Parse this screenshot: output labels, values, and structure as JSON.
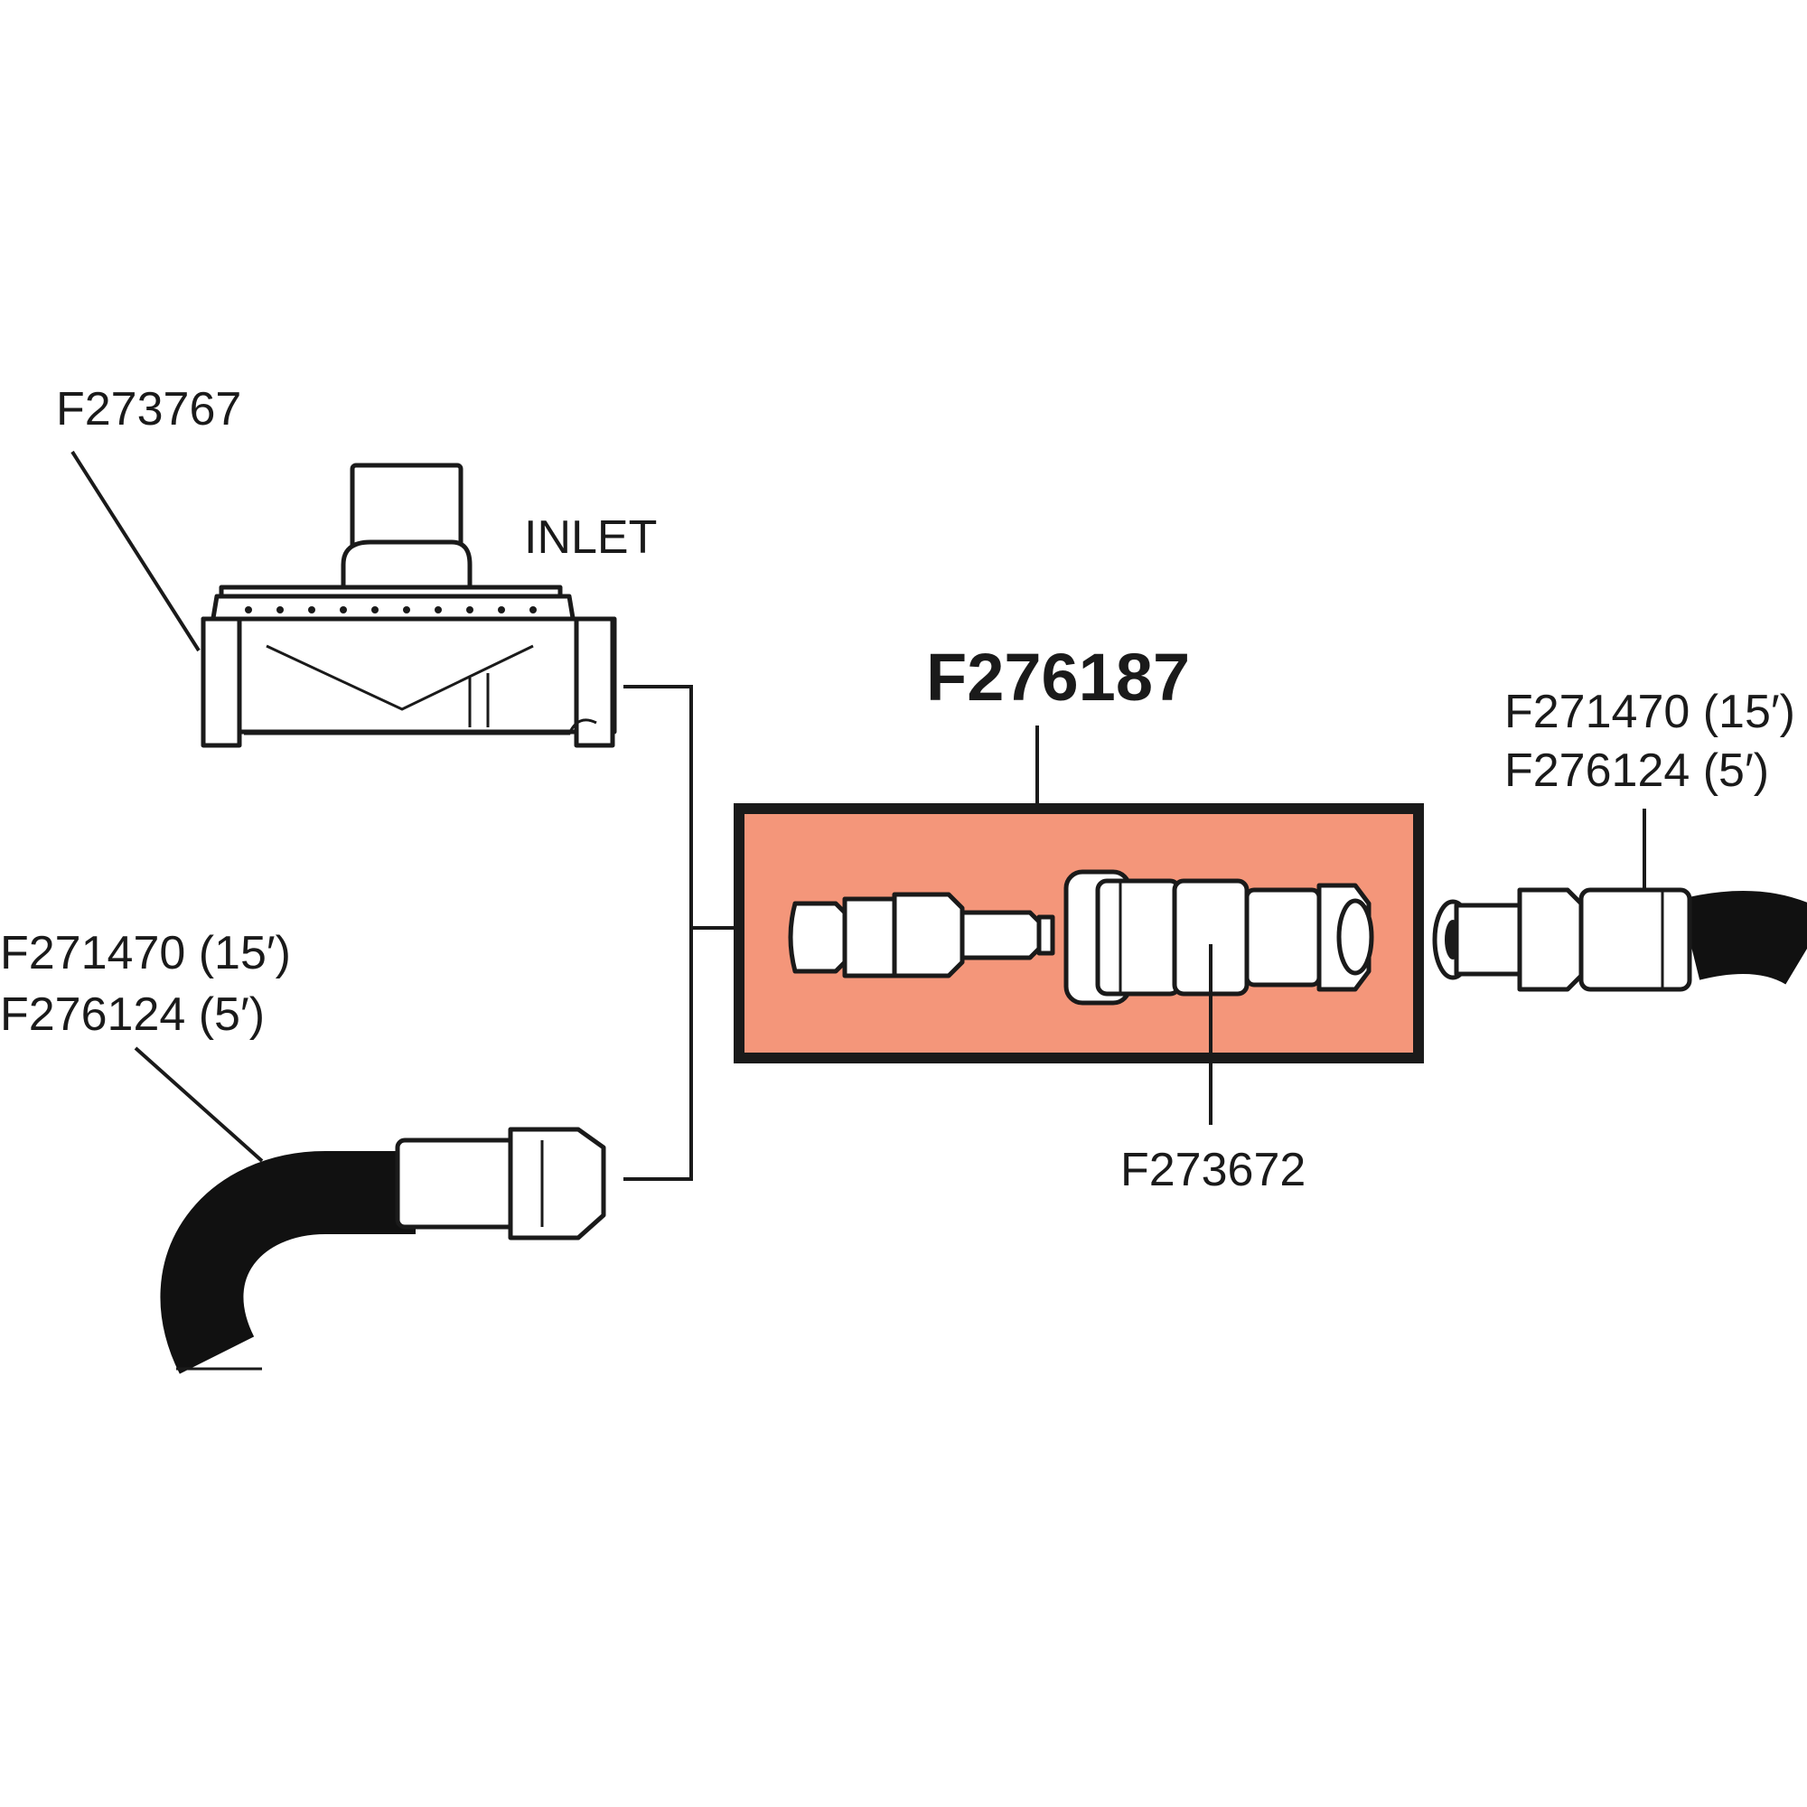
{
  "labels": {
    "regulator_part": "F273767",
    "inlet": "INLET",
    "kit_part": "F276187",
    "coupler_part": "F273672",
    "left_hose_long": "F271470 (15′)",
    "left_hose_short": "F276124 (5′)",
    "right_hose_long": "F271470 (15′)",
    "right_hose_short": "F276124 (5′)"
  },
  "colors": {
    "kit_highlight": "#F4967A",
    "line": "#1a1a1a",
    "hose": "#111111"
  }
}
